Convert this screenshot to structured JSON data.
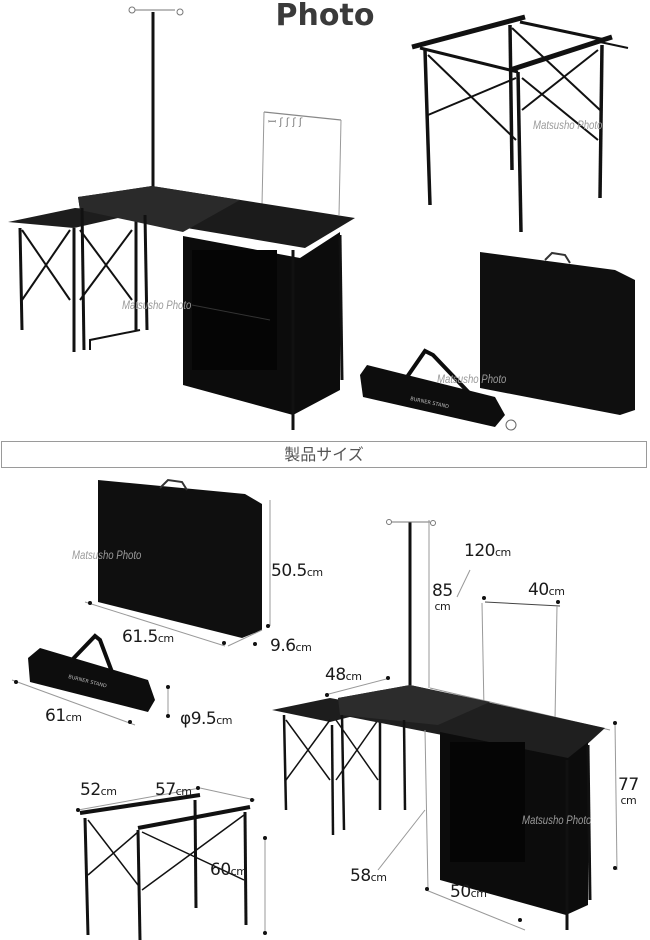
{
  "header": {
    "title": "Photo"
  },
  "watermark": "Matsusho Photo",
  "section": {
    "label": "製品サイズ"
  },
  "products": {
    "bag_label": "BURNER STAND"
  },
  "dimensions": {
    "folded_table": {
      "height": "50.5",
      "width": "61.5",
      "depth": "9.6",
      "unit": "cm"
    },
    "carry_bag": {
      "length": "61",
      "diameter": "φ9.5",
      "unit": "cm"
    },
    "side_table": {
      "width": "52",
      "depth": "57",
      "height": "60",
      "unit": "cm"
    },
    "kitchen_table": {
      "length": "120",
      "pole_height": "85",
      "hanger_width": "40",
      "side_width": "48",
      "depth": "58",
      "cabinet_width": "50",
      "height": "77",
      "unit": "cm"
    }
  }
}
